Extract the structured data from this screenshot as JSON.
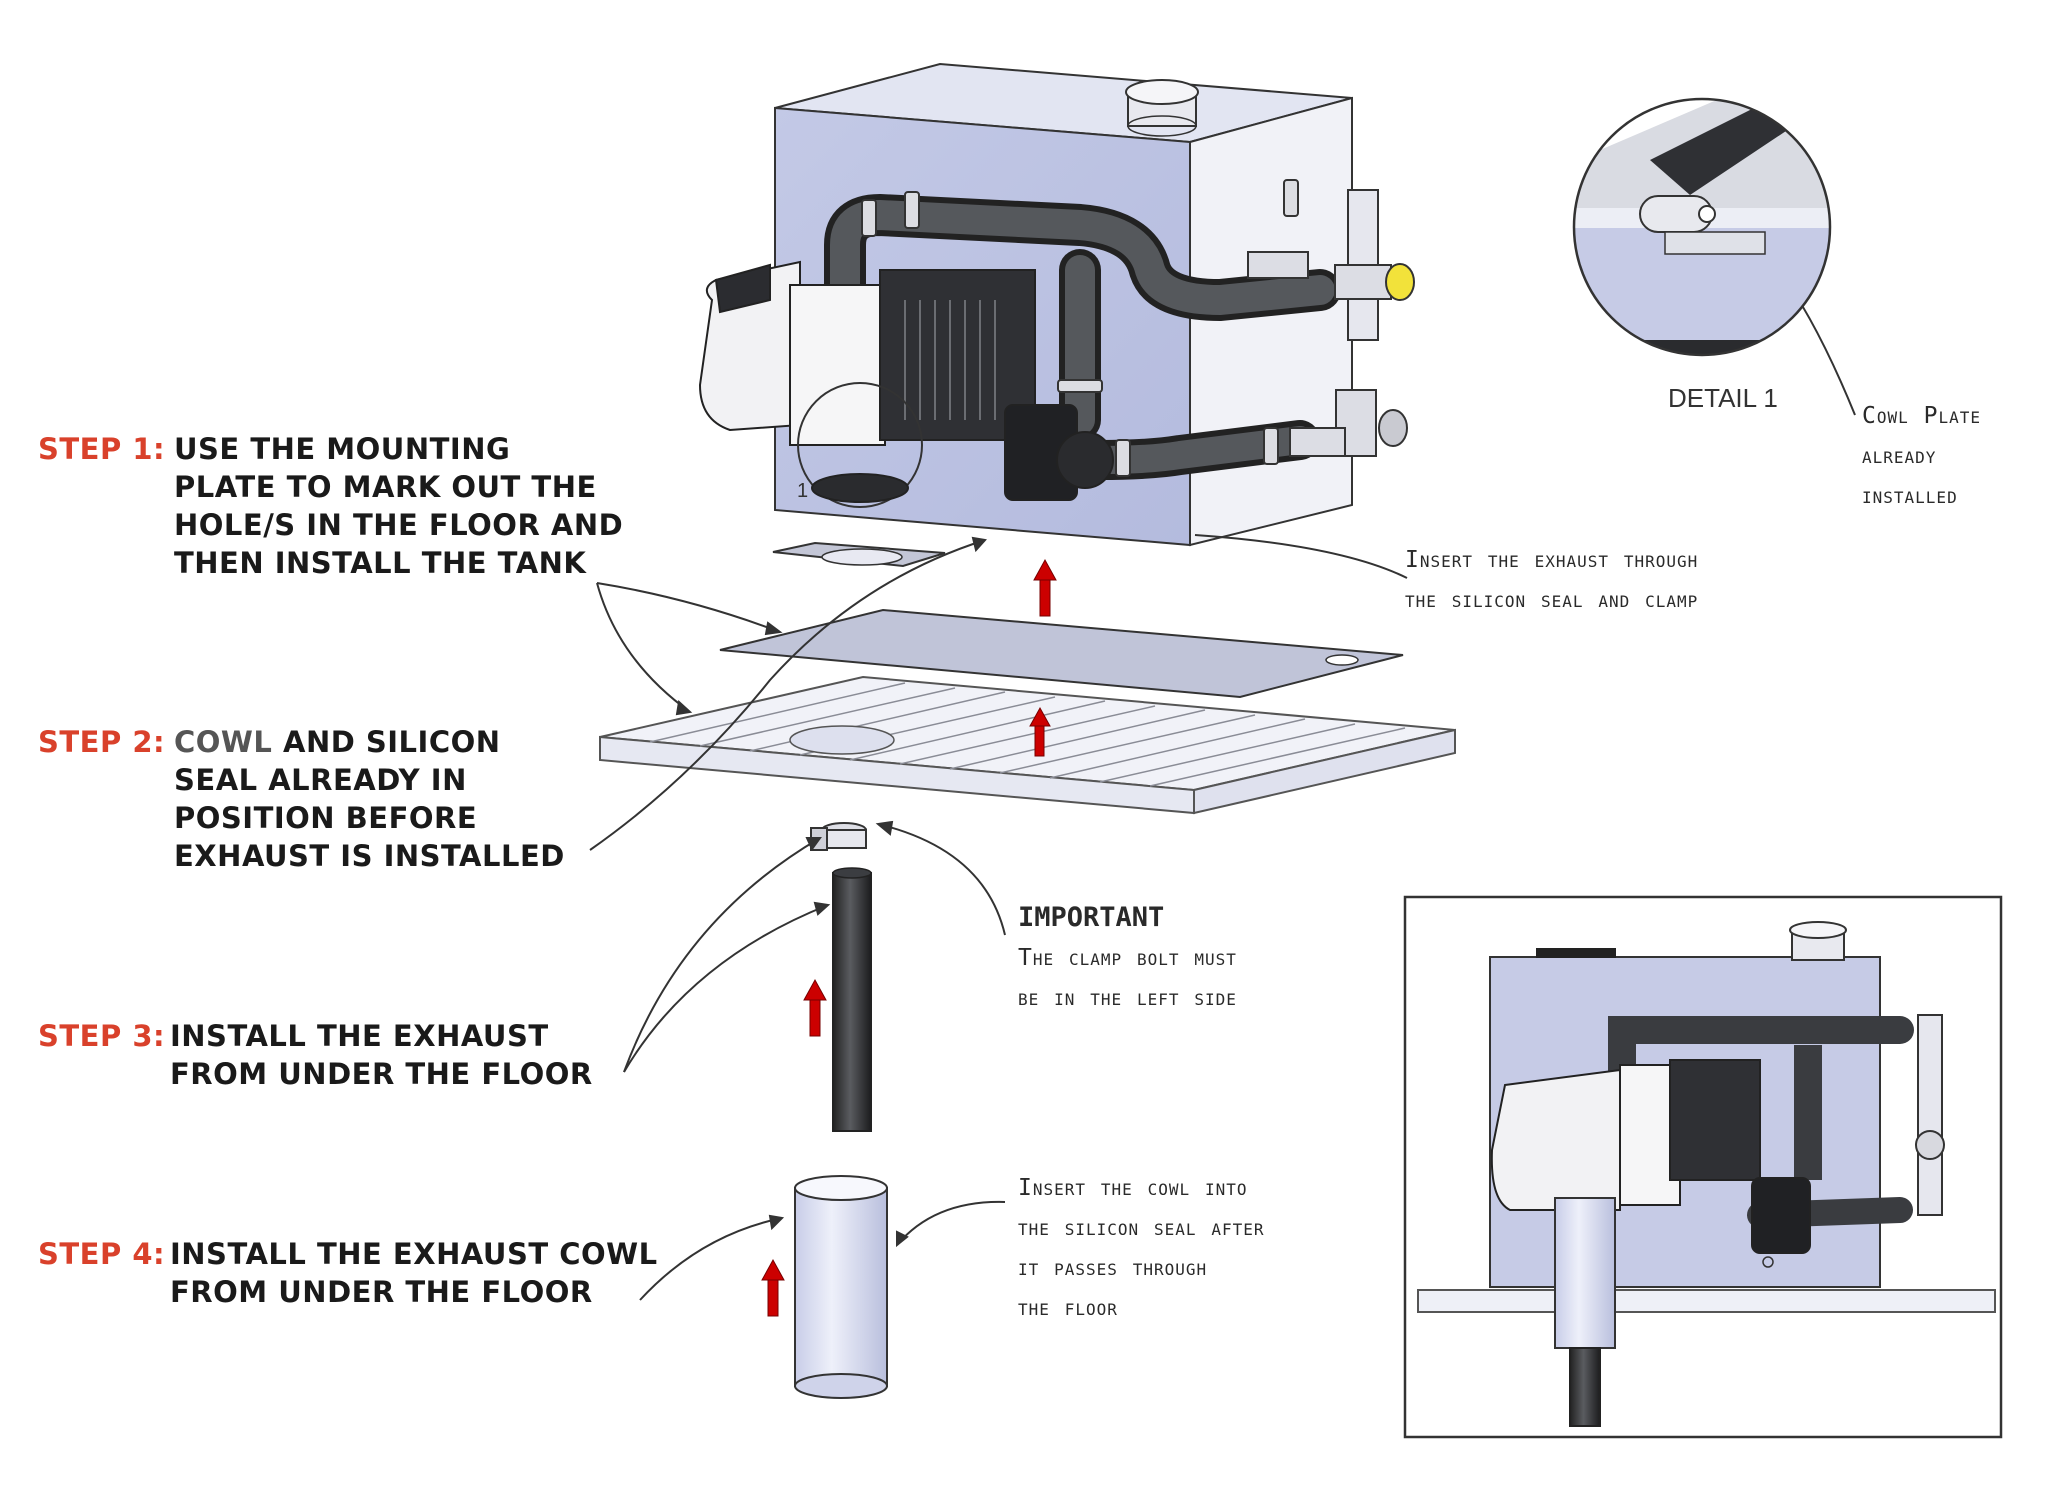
{
  "steps": [
    {
      "label": "STEP 1:",
      "lines": [
        "USE THE MOUNTING",
        "PLATE TO MARK OUT THE",
        "HOLE/S IN THE FLOOR AND",
        "THEN INSTALL THE TANK"
      ]
    },
    {
      "label": "STEP 2:",
      "first_word": "COWL",
      "lines": [
        " AND SILICON",
        "SEAL ALREADY IN",
        "POSITION BEFORE",
        "EXHAUST IS INSTALLED"
      ]
    },
    {
      "label": "STEP 3:",
      "lines": [
        "INSTALL THE EXHAUST",
        "FROM UNDER THE FLOOR"
      ]
    },
    {
      "label": "STEP 4:",
      "lines": [
        "INSTALL THE EXHAUST COWL",
        "FROM UNDER THE FLOOR"
      ]
    }
  ],
  "notes": {
    "exhaust_seal": [
      "Insert the exhaust through",
      "the silicon seal and clamp"
    ],
    "important": {
      "heading": "IMPORTANT",
      "lines": [
        "The clamp bolt must",
        "be in the left side"
      ]
    },
    "cowl": [
      "Insert the cowl into",
      "the silicon seal after",
      "it passes through",
      "the floor"
    ],
    "cowl_plate": [
      "Cowl Plate",
      "already",
      "installed"
    ]
  },
  "detail": {
    "label": "DETAIL 1",
    "marker": "1"
  },
  "colors": {
    "step_label": "#d9412b",
    "arrow": "#cc0000",
    "tank": "#c5cbe8",
    "hose": "#3c3f43"
  }
}
